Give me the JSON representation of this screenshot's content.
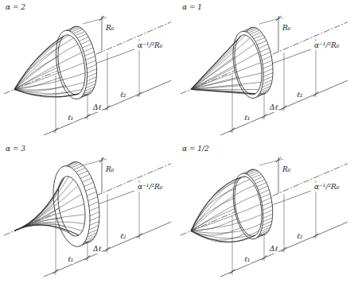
{
  "diagram": {
    "labels": [
      "α = 2",
      "R₀",
      "α⁻¹/²R₀",
      "ℓ₁",
      "Δℓ",
      "ℓ₂",
      "α = 1",
      "R₀",
      "α⁻¹/²R₀",
      "ℓ₁",
      "Δℓ",
      "ℓ₂",
      "α = 3",
      "R₀",
      "α⁻¹/²R₀",
      "ℓ₁",
      "Δℓ",
      "ℓ₂",
      "α = 1/2",
      "R₀",
      "α⁻¹/²R₀",
      "ℓ₁",
      "Δℓ",
      "ℓ₂"
    ]
  }
}
